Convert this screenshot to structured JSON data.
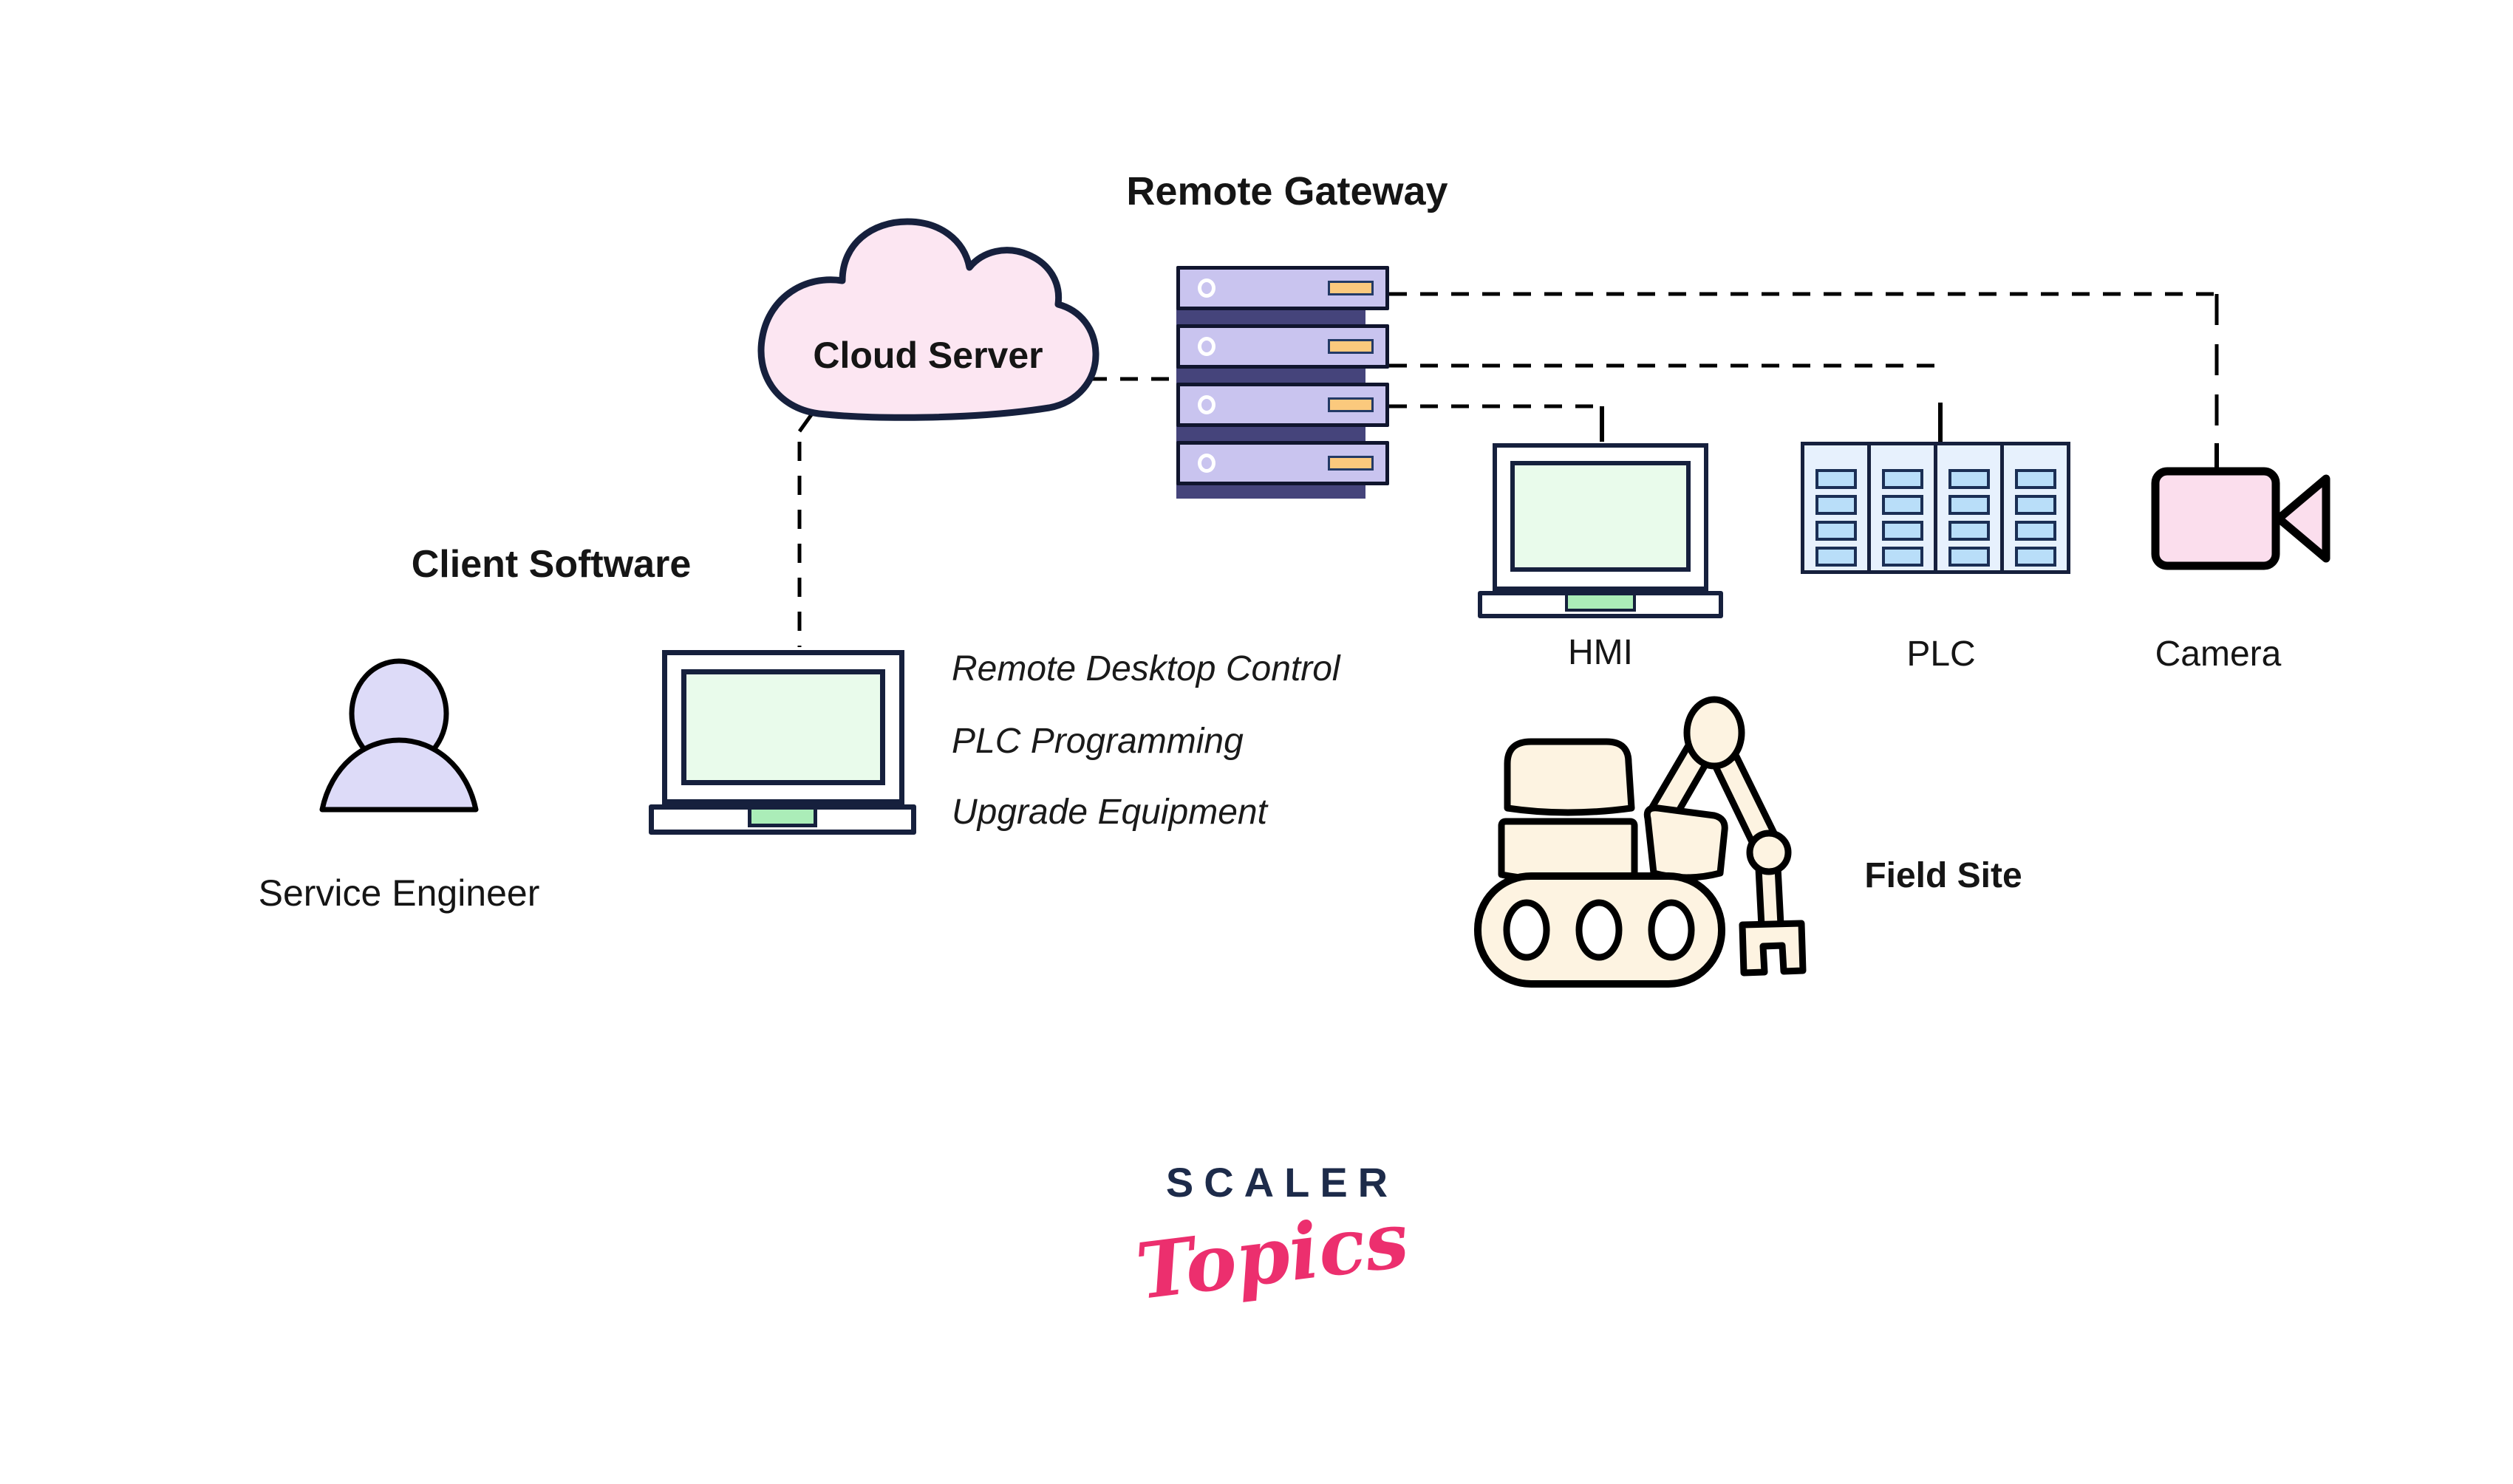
{
  "labels": {
    "remote_gateway": "Remote Gateway",
    "cloud_server": "Cloud Server",
    "client_software": "Client Software",
    "service_engineer": "Service Engineer",
    "hmi": "HMI",
    "plc": "PLC",
    "camera": "Camera",
    "field_site": "Field Site"
  },
  "capabilities": [
    "Remote Desktop Control",
    "PLC Programming",
    "Upgrade Equipment"
  ],
  "logo": {
    "brand": "SCALER",
    "product": "Topics"
  },
  "colors": {
    "ink": "#151515",
    "outline": "#16203d",
    "line": "#000000",
    "server_fill": "#c9c4ef",
    "server_connector": "#45447b",
    "led_fill": "#fbc97d",
    "led_border": "#233a66",
    "cloud_fill": "#fce6f2",
    "screen_fill": "#e9fbeb",
    "notch_fill": "#abedb8",
    "device_fill": "#ffffff",
    "plc_col_fill": "#e7f1fd",
    "plc_cell_fill": "#b9def9",
    "camera_fill": "#fbdeed",
    "person_fill": "#dddbf8",
    "excavator_fill": "#fdf3e1",
    "wheel_fill": "#ffffff",
    "brand_navy": "#1d2b4a",
    "brand_pink": "#ec2f6e"
  }
}
